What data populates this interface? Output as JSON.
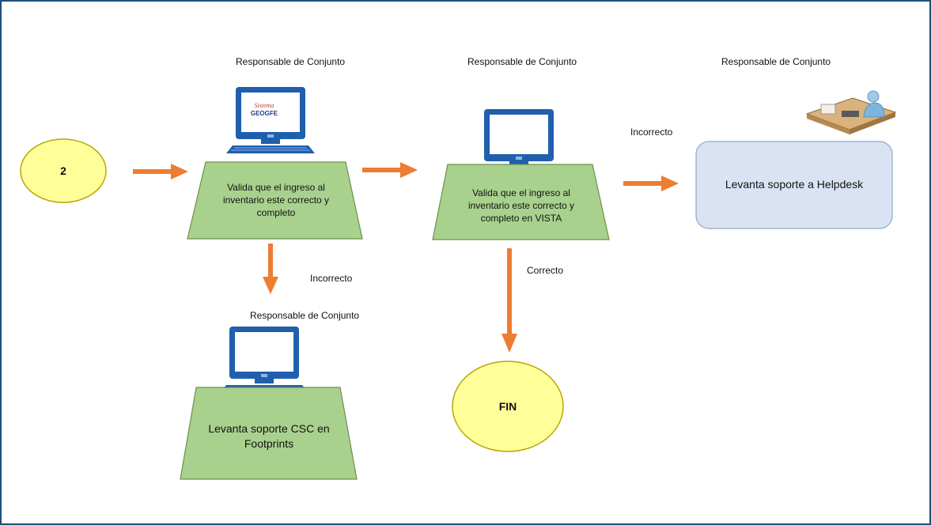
{
  "nodes": {
    "start": {
      "label": "2"
    },
    "validate1": {
      "role": "Responsable de Conjunto",
      "text": "Valida que el ingreso al inventario este correcto y completo",
      "screen_logo": "Sistema GEOGFE"
    },
    "validate2": {
      "role": "Responsable de Conjunto",
      "text": "Valida que el ingreso al inventario este correcto y completo en VISTA"
    },
    "helpdesk": {
      "role": "Responsable de Conjunto",
      "text": "Levanta soporte a Helpdesk"
    },
    "footprints": {
      "role": "Responsable de Conjunto",
      "text": "Levanta soporte  CSC en Footprints"
    },
    "end": {
      "label": "FIN"
    }
  },
  "edges": {
    "to_helpdesk": "Incorrecto",
    "to_footprints": "Incorrecto",
    "to_end": "Correcto"
  },
  "colors": {
    "arrow": "#ed7d31",
    "oval_fill": "#ffff99",
    "oval_stroke": "#b8a800",
    "process_fill": "#a9d18e",
    "process_stroke": "#6e8f4a",
    "helpdesk_fill": "#dae3f3",
    "helpdesk_stroke": "#8ea9c9",
    "monitor": "#1f5fae",
    "frame": "#1f4e79"
  }
}
